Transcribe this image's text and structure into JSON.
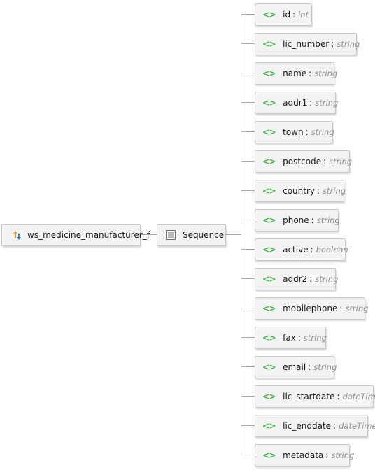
{
  "diagram": {
    "root": {
      "name": "ws_medicine_manufacturer_f",
      "icon": "element-ref-icon"
    },
    "sequence": {
      "label": "Sequence",
      "icon": "sequence-icon"
    },
    "element_icon_glyph": "<>",
    "elements": [
      {
        "name": "id",
        "type": "int"
      },
      {
        "name": "lic_number",
        "type": "string"
      },
      {
        "name": "name",
        "type": "string"
      },
      {
        "name": "addr1",
        "type": "string"
      },
      {
        "name": "town",
        "type": "string"
      },
      {
        "name": "postcode",
        "type": "string"
      },
      {
        "name": "country",
        "type": "string"
      },
      {
        "name": "phone",
        "type": "string"
      },
      {
        "name": "active",
        "type": "boolean"
      },
      {
        "name": "addr2",
        "type": "string"
      },
      {
        "name": "mobilephone",
        "type": "string"
      },
      {
        "name": "fax",
        "type": "string"
      },
      {
        "name": "email",
        "type": "string"
      },
      {
        "name": "lic_startdate",
        "type": "dateTime"
      },
      {
        "name": "lic_enddate",
        "type": "dateTime"
      },
      {
        "name": "metadata",
        "type": "string"
      }
    ],
    "colors": {
      "node_fill": "#f3f3f3",
      "node_border": "#c9c9c9",
      "connector": "#a9a9a9",
      "element_icon": "#3cb83c",
      "type_text": "#8f8f8f"
    }
  }
}
